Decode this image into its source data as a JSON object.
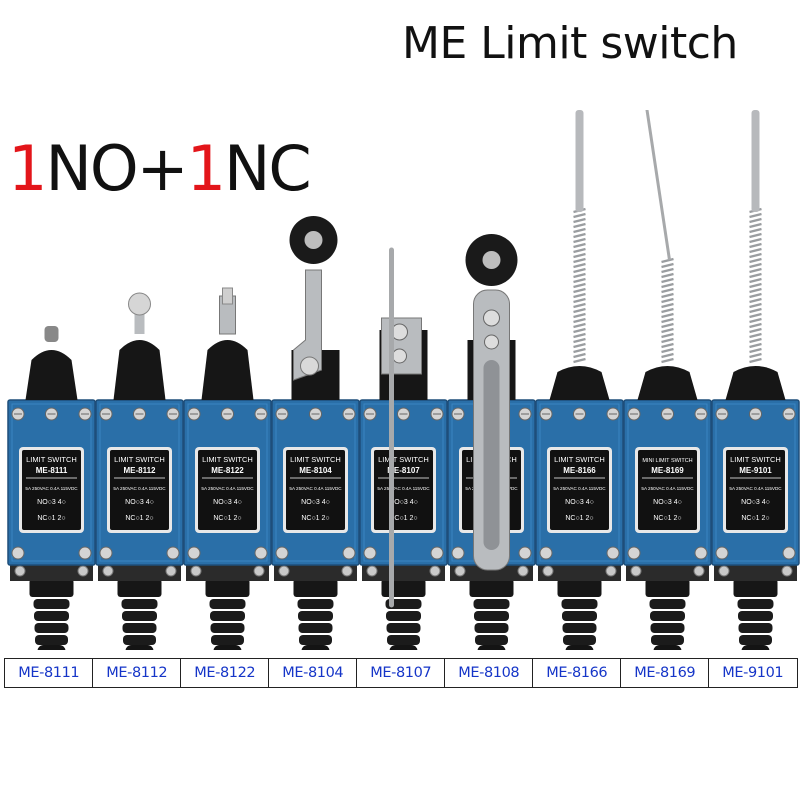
{
  "header": {
    "title": "ME Limit switch",
    "contacts": [
      {
        "text": "1",
        "accent": true
      },
      {
        "text": "NO+",
        "accent": false
      },
      {
        "text": "1",
        "accent": true
      },
      {
        "text": "NC",
        "accent": false
      }
    ]
  },
  "colors": {
    "accent_red": "#e3151a",
    "label_blue": "#1535c8",
    "body_blue": "#2a6fa8",
    "cap_black": "#161616",
    "metal": "#b9bcbf"
  },
  "plate": {
    "heading": "LIMIT SWITCH",
    "heading_mini": "MINI LIMIT SWITCH",
    "rating": "5A 250VAC 0.4A 115VDC",
    "no_line": "NO○3 4○",
    "nc_line": "NC○1 2○"
  },
  "switches": [
    {
      "model": "ME-8111",
      "actuator": "plunger",
      "mini": false
    },
    {
      "model": "ME-8112",
      "actuator": "roller-plunger",
      "mini": false
    },
    {
      "model": "ME-8122",
      "actuator": "cross-roller",
      "mini": false
    },
    {
      "model": "ME-8104",
      "actuator": "roller-lever",
      "mini": false
    },
    {
      "model": "ME-8107",
      "actuator": "rod-lever",
      "mini": false
    },
    {
      "model": "ME-8108",
      "actuator": "adjustable-roller-lever",
      "mini": false
    },
    {
      "model": "ME-8166",
      "actuator": "spring-rod",
      "mini": false
    },
    {
      "model": "ME-8169",
      "actuator": "spring-wire",
      "mini": true
    },
    {
      "model": "ME-9101",
      "actuator": "spring-rod-long",
      "mini": false
    }
  ]
}
